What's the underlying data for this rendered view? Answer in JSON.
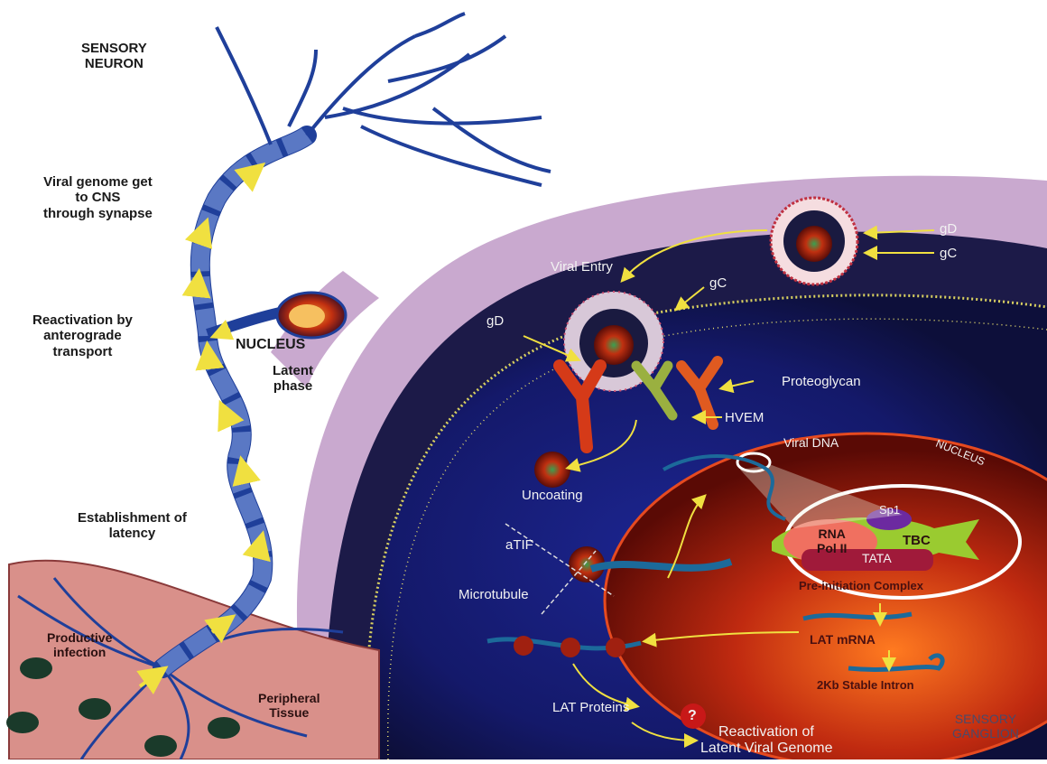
{
  "labels": {
    "sensory_neuron": [
      "SENSORY",
      "NEURON"
    ],
    "viral_genome": [
      "Viral genome get",
      "to CNS",
      "through synapse"
    ],
    "reactivation": [
      "Reactivation by",
      "anterograde",
      "transport"
    ],
    "nucleus_neuron": "NUCLEUS",
    "latent_phase": [
      "Latent",
      "phase"
    ],
    "establishment": [
      "Establishment of",
      "latency"
    ],
    "productive_infection": [
      "Productive",
      "infection"
    ],
    "peripheral_tissue": [
      "Peripheral",
      "Tissue"
    ],
    "viral_entry": "Viral Entry",
    "gD_top": "gD",
    "gC_top": "gC",
    "gC_mid": "gC",
    "gD_left": "gD",
    "proteoglycan": "Proteoglycan",
    "hvem": "HVEM",
    "viral_dna": "Viral DNA",
    "nucleus_cell": "NUCLEUS",
    "uncoating": "Uncoating",
    "atif": "aTIF",
    "microtubule": "Microtubule",
    "sp1": "Sp1",
    "rna_pol": [
      "RNA",
      "Pol II"
    ],
    "tbc": "TBC",
    "tata": "TATA",
    "pre_initiation": "Pre-initiation Complex",
    "lat_mrna": "LAT mRNA",
    "stable_intron": "2Kb Stable Intron",
    "lat_proteins": "LAT Proteins",
    "question": "?",
    "reactivation_latent": [
      "Reactivation of",
      "Latent Viral Genome"
    ],
    "sensory_ganglion": [
      "SENSORY",
      "GANGLION"
    ]
  },
  "colors": {
    "cell_outer": "#c9a9cf",
    "cell_body": "#1a1645",
    "cytoplasm": "#141a70",
    "nucleus_fill": "#8a1208",
    "neuron_blue": "#1f3f9a",
    "tissue": "#d9908a",
    "arrow_yellow": "#f0e040"
  }
}
